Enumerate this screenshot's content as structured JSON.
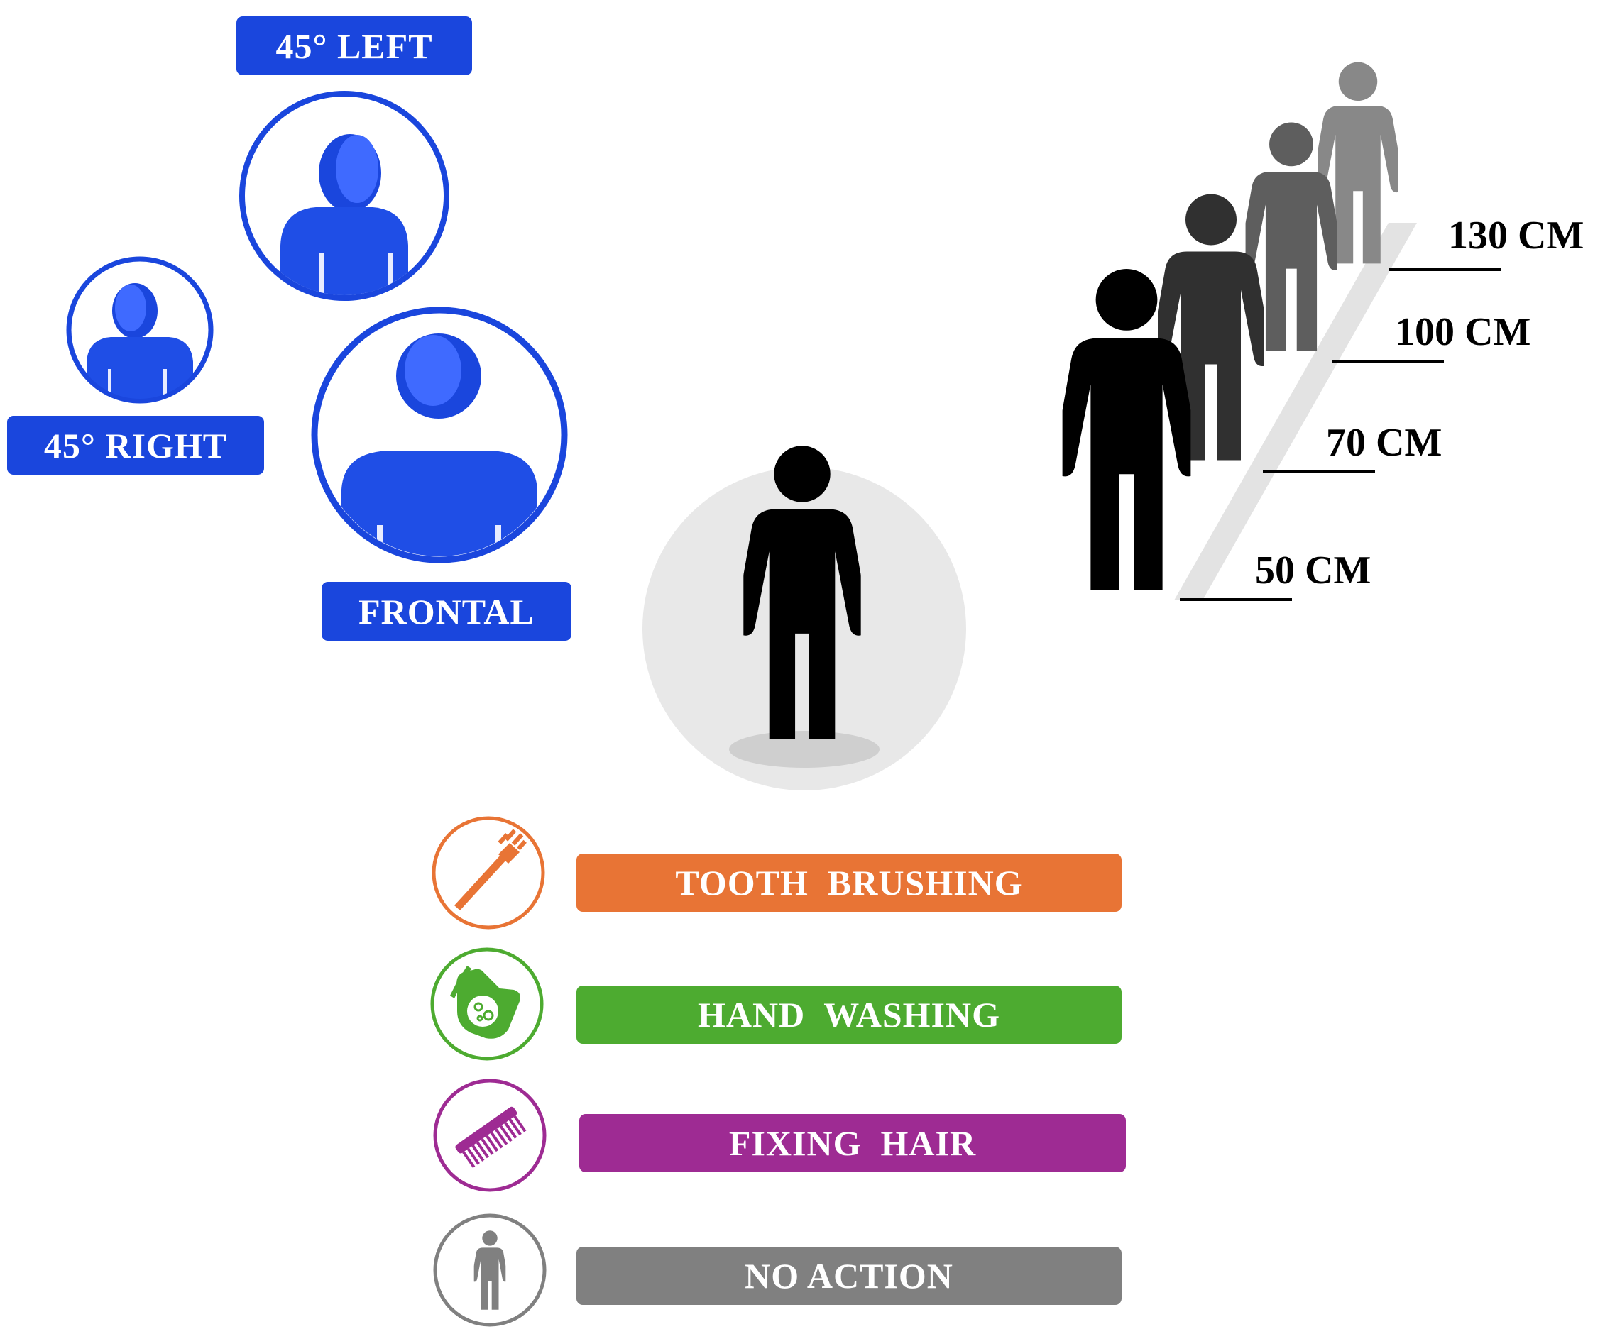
{
  "head_poses": [
    {
      "label": "45° LEFT"
    },
    {
      "label": "45° RIGHT"
    },
    {
      "label": "FRONTAL"
    }
  ],
  "distances": [
    {
      "label": "130 CM"
    },
    {
      "label": "100 CM"
    },
    {
      "label": "70 CM"
    },
    {
      "label": "50 CM"
    }
  ],
  "actions": [
    {
      "label": "TOOTH  BRUSHING",
      "color": "#e87435",
      "icon": "toothbrush-icon"
    },
    {
      "label": "HAND  WASHING",
      "color": "#4dab30",
      "icon": "hand-washing-icon"
    },
    {
      "label": "FIXING  HAIR",
      "color": "#9e2b93",
      "icon": "comb-icon"
    },
    {
      "label": "NO ACTION",
      "color": "#808080",
      "icon": "person-icon"
    }
  ],
  "colors": {
    "pose_blue": "#1a46dd",
    "figure_shades": [
      "#000000",
      "#303030",
      "#5e5e5e",
      "#888888"
    ]
  }
}
